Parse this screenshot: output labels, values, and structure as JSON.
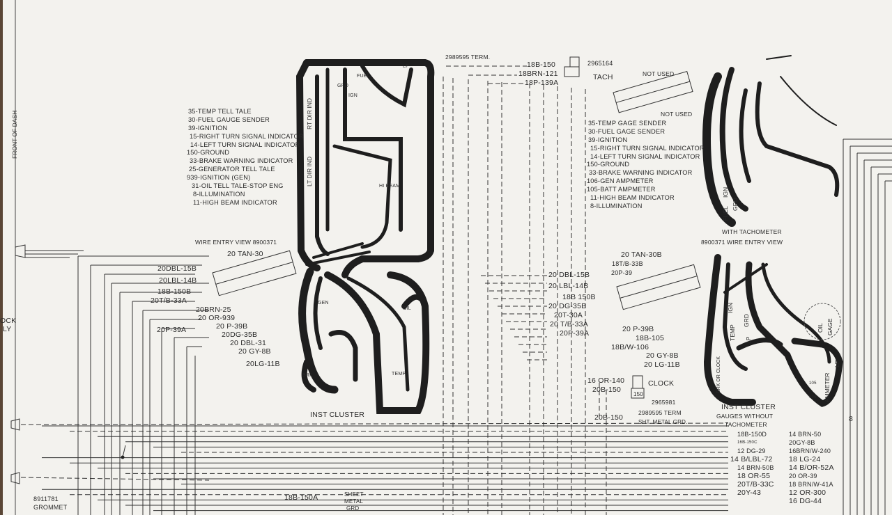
{
  "title_labels": {
    "front_of_dash": "FRONT OF DASH",
    "clock_fragment": "OCK",
    "assy_fragment": "LY",
    "grommet_part": "8911781",
    "grommet": "GROMMET",
    "inst_cluster_left": "INST CLUSTER",
    "wire_entry_left": "WIRE ENTRY VIEW 8900371",
    "with_tachometer": "WITH TACHOMETER",
    "wire_entry_right": "8900371 WIRE ENTRY VIEW",
    "inst_cluster_right": "INST CLUSTER",
    "gauges_without": "GAUGES WITHOUT",
    "tachometer": "TACHOMETER",
    "oil": "OIL",
    "gage": "GAGE",
    "not_used_top": "NOT USED",
    "not_used_bottom": "NOT USED",
    "connector_8": "8"
  },
  "left_legend": [
    "35-TEMP TELL TALE",
    "30-FUEL GAUGE SENDER",
    "39-IGNITION",
    "15-RIGHT TURN SIGNAL INDICATOR",
    "14-LEFT TURN SIGNAL INDICATOR",
    "150-GROUND",
    "33-BRAKE WARNING INDICATOR",
    "25-GENERATOR TELL TALE",
    "939-IGNITION (GEN)",
    "31-OIL TELL TALE-STOP ENG",
    "8-ILLUMINATION",
    "11-HIGH BEAM INDICATOR"
  ],
  "right_legend": [
    "35-TEMP GAGE SENDER",
    "30-FUEL GAGE SENDER",
    "39-IGNITION",
    "15-RIGHT TURN SIGNAL INDICATOR",
    "14-LEFT TURN SIGNAL INDICATOR",
    "150-GROUND",
    "33-BRAKE WARNING INDICATOR",
    "106-GEN AMPMETER",
    "105-BATT AMPMETER",
    "11-HIGH BEAM INDICATOR",
    "8-ILLUMINATION"
  ],
  "left_wires": [
    "20 TAN-30",
    "20DBL-15B",
    "20LBL-14B",
    "18B-150B",
    "20T/B-33A",
    "20BRN-25",
    "20 OR-939",
    "20 P-39B",
    "20P-39A",
    "20DG-35B",
    "20 DBL-31",
    "20 GY-8B",
    "20LG-11B"
  ],
  "right_wires": [
    "20 TAN-30B",
    "18T/B-33B",
    "20P-39",
    "20 DBL-15B",
    "20 LBL-14B",
    "18B 150B",
    "20 DG-35B",
    "20T-30A",
    "20 T/B-33A",
    "20P-39A",
    "20 P-39B",
    "18B-105",
    "18B/W-106",
    "20 GY-8B",
    "20 LG-11B"
  ],
  "tach": {
    "term": "2989595 TERM.",
    "wire1": "18B-150",
    "wire2": "18BRN-121",
    "wire3": "18P-139A",
    "part": "2965164",
    "label": "TACH"
  },
  "clock": {
    "wire1": "16 OR-140",
    "wire2": "20B-150",
    "label": "CLOCK",
    "pin": "150",
    "part": "2965981",
    "wire3": "20B-150",
    "term": "2989595 TERM",
    "grd": "SHT. METAL GRD."
  },
  "ground": {
    "wire": "18B-150A",
    "sheet": "SHEET",
    "metal": "METAL",
    "grd": "GRD"
  },
  "bus_wires": [
    "14 BRN-50",
    "18B-150D",
    "20GY-8B",
    "16B-150C",
    "16BRN/W-240",
    "12 DG-29",
    "18 LG-24",
    "14 B/LBL-72",
    "14 B/OR-52A",
    "14 BRN-50B",
    "20 OR-39",
    "18 OR-55",
    "18 BRN/W-41A",
    "20T/B-33C",
    "12 OR-300",
    "20Y-43",
    "16 DG-44"
  ],
  "cluster_left_labels": [
    "RT DIR IND",
    "LT DIR IND",
    "GRD",
    "IGN",
    "FUEL",
    "LP",
    "HI BEAM",
    "GEN",
    "OIL",
    "BRK",
    "TEMP",
    "LP"
  ],
  "cluster_right_labels": [
    "IGN",
    "GRD",
    "TEMP",
    "LP",
    "BRK OR CLOCK",
    "AMMETER",
    "LP",
    "105",
    "106",
    "FUEL",
    "IGN",
    "GRD"
  ]
}
